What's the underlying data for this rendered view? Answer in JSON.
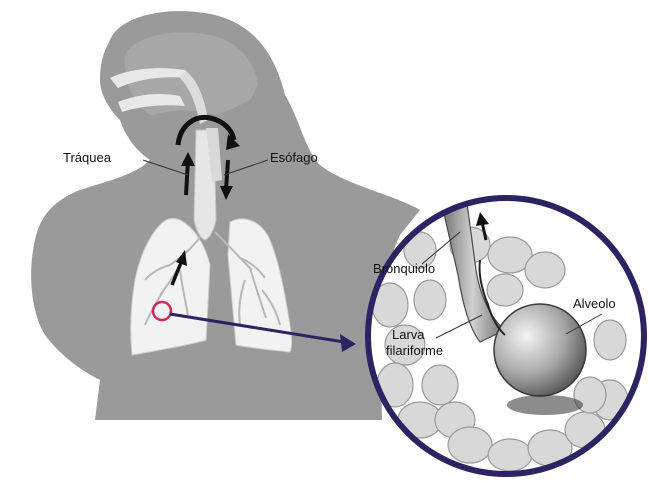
{
  "labels": {
    "trachea": "Tráquea",
    "esophagus": "Esófago",
    "bronchiole": "Bronquiolo",
    "larva_line1": "Larva",
    "larva_line2": "filariforme",
    "alveolus": "Alveolo"
  },
  "colors": {
    "body": "#9a9a9a",
    "body_dark": "#858585",
    "lung": "#f2f2f2",
    "circle_ring": "#2a2463",
    "pointer": "#2a2463",
    "highlight": "#cc2a5a"
  }
}
